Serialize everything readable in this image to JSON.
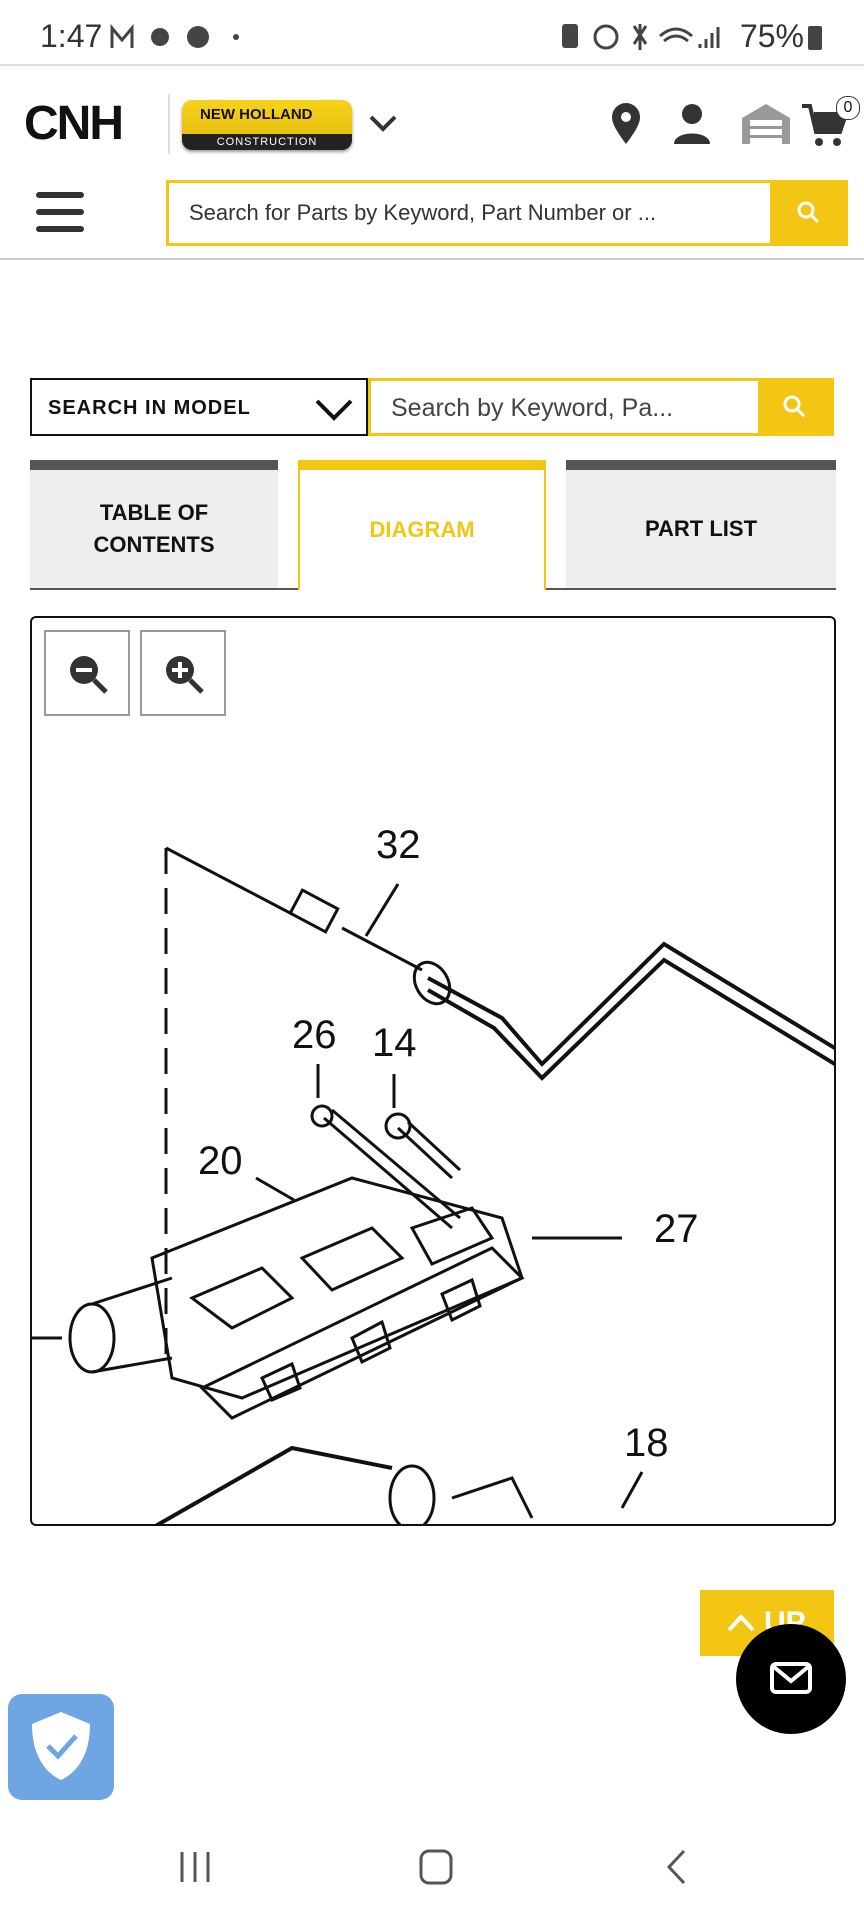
{
  "status_bar": {
    "time": "1:47",
    "battery": "75%"
  },
  "header": {
    "logo": "CNH",
    "brand_badge": {
      "line1": "NEW HOLLAND",
      "line2": "CONSTRUCTION"
    },
    "cart_count": "0",
    "search_placeholder": "Search for Parts by Keyword, Part Number or ..."
  },
  "model_search": {
    "dropdown_label": "SEARCH IN MODEL",
    "keyword_placeholder": "Search by Keyword, Pa..."
  },
  "tabs": [
    {
      "label_line1": "TABLE OF",
      "label_line2": "CONTENTS",
      "active": false
    },
    {
      "label": "DIAGRAM",
      "active": true
    },
    {
      "label": "PART LIST",
      "active": false
    }
  ],
  "diagram": {
    "callouts": [
      "32",
      "26",
      "14",
      "20",
      "27",
      "18"
    ]
  },
  "up_button": "UP",
  "colors": {
    "accent": "#f3c613",
    "tab_border": "#555555",
    "shield": "#6ea6e4"
  },
  "icons": [
    "location-pin-icon",
    "user-icon",
    "garage-icon",
    "cart-icon",
    "search-icon",
    "zoom-out-icon",
    "zoom-in-icon",
    "chevron-down-icon",
    "mail-icon",
    "shield-check-icon",
    "menu-icon"
  ]
}
